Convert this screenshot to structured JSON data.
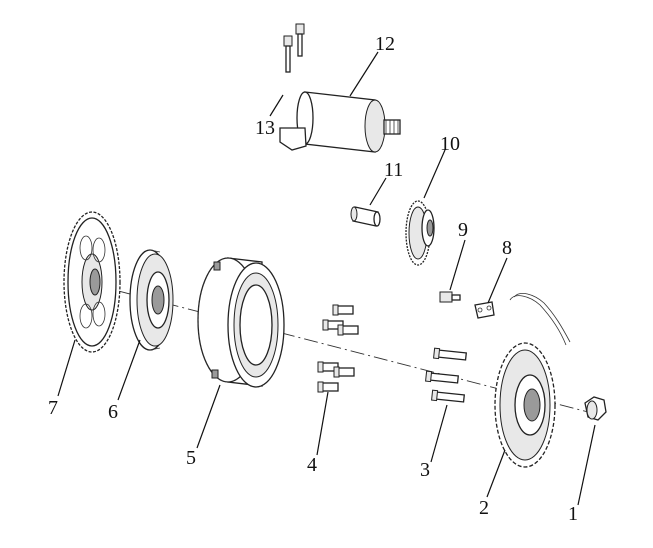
{
  "diagram": {
    "callouts": [
      {
        "id": "1",
        "label": "1",
        "part": "flange-nut"
      },
      {
        "id": "2",
        "label": "2",
        "part": "stator"
      },
      {
        "id": "3",
        "label": "3",
        "part": "stator-bolts"
      },
      {
        "id": "4",
        "label": "4",
        "part": "flywheel-bolts"
      },
      {
        "id": "5",
        "label": "5",
        "part": "flywheel-rotor"
      },
      {
        "id": "6",
        "label": "6",
        "part": "starter-clutch"
      },
      {
        "id": "7",
        "label": "7",
        "part": "starter-driven-gear"
      },
      {
        "id": "8",
        "label": "8",
        "part": "pickup-coil"
      },
      {
        "id": "9",
        "label": "9",
        "part": "pickup-bolt"
      },
      {
        "id": "10",
        "label": "10",
        "part": "idle-gear"
      },
      {
        "id": "11",
        "label": "11",
        "part": "idle-gear-shaft"
      },
      {
        "id": "12",
        "label": "12",
        "part": "starter-motor"
      },
      {
        "id": "13",
        "label": "13",
        "part": "starter-motor-bolts"
      }
    ]
  }
}
